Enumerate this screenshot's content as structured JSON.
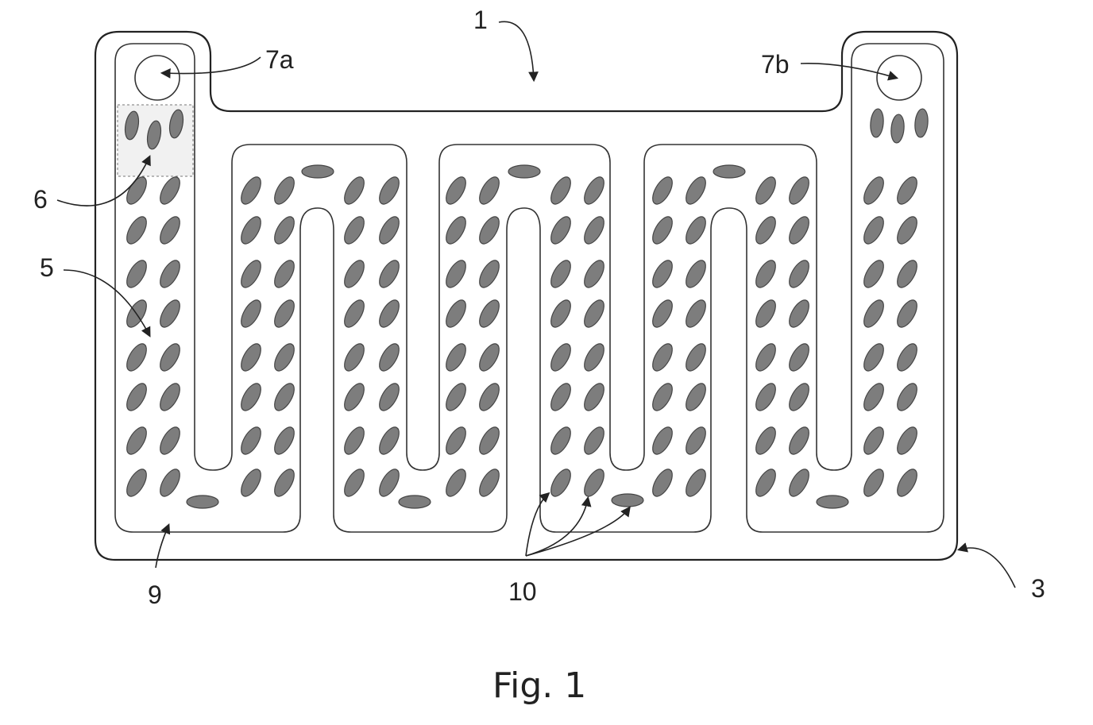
{
  "figure": {
    "caption": "Fig. 1",
    "labels": {
      "ref_1": "1",
      "ref_3": "3",
      "ref_5": "5",
      "ref_6": "6",
      "ref_7a": "7a",
      "ref_7b": "7b",
      "ref_9": "9",
      "ref_10": "10"
    }
  },
  "colors": {
    "line": "#222222",
    "dimple_fill": "#7d7d7d",
    "background": "#ffffff"
  }
}
